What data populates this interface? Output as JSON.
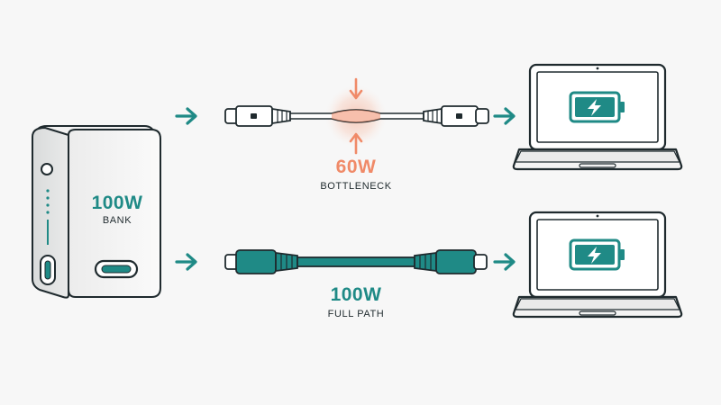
{
  "power_bank": {
    "wattage": "100W",
    "label": "BANK"
  },
  "top_path": {
    "wattage": "60W",
    "label": "BOTTLENECK"
  },
  "bottom_path": {
    "wattage": "100W",
    "label": "FULL PATH"
  },
  "colors": {
    "teal": "#1f8a86",
    "bottleneck": "#f08a68",
    "ink": "#1f2a2e",
    "background": "#f7f7f7"
  },
  "icons": [
    "power-bank-icon",
    "arrow-right-icon",
    "usb-c-cable-icon",
    "compression-arrow-icon",
    "laptop-icon",
    "battery-charging-icon",
    "lightning-bolt-icon"
  ]
}
